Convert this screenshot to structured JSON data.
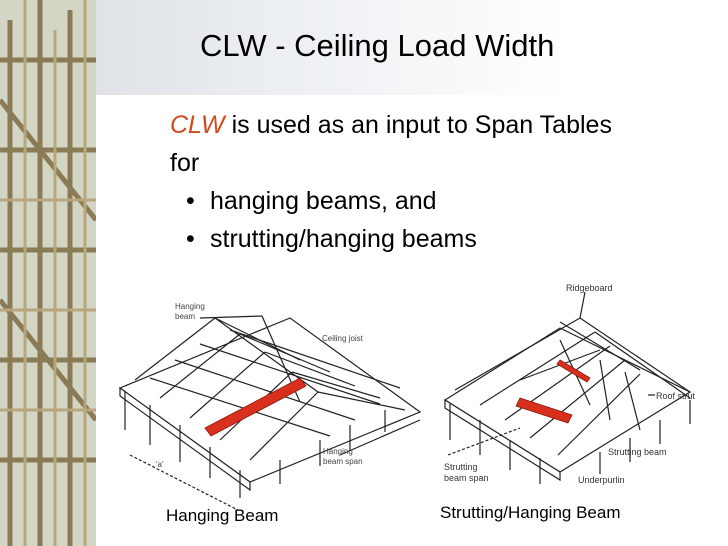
{
  "slide": {
    "title": "CLW - Ceiling Load Width",
    "intro_highlight": "CLW",
    "intro_rest": " is used as an input to Span Tables",
    "intro_line2": "for",
    "bullets": [
      "hanging beams, and",
      "strutting/hanging beams"
    ],
    "bullet_glyph": "•"
  },
  "figure_left": {
    "caption": "Hanging Beam",
    "label_hanging_beam_1": "Hanging",
    "label_hanging_beam_2": "beam",
    "label_ceiling_joist": "Ceiling joist",
    "label_span_1": "Hanging",
    "label_span_2": "beam span",
    "label_a": "'a'"
  },
  "figure_right": {
    "caption": "Strutting/Hanging Beam",
    "label_ridgeboard": "Ridgeboard",
    "label_roof_strut": "Roof strut",
    "label_strutting_beam": "Strutting beam",
    "label_span_1": "Strutting",
    "label_span_2": "beam span",
    "label_underpurlin": "Underpurlin"
  },
  "colors": {
    "accent": "#d04a1a",
    "beam_red": "#d8301c"
  }
}
